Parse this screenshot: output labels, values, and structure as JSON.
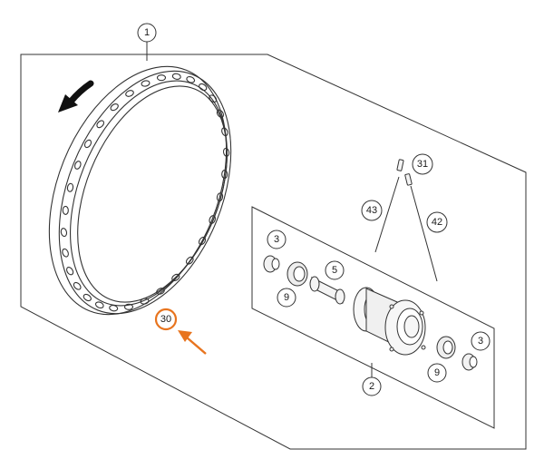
{
  "callouts": {
    "rim": "1",
    "hub": "2",
    "bearing_cap_left": "3",
    "bearing_cap_right": "3",
    "spacer": "5",
    "bearing_left": "9",
    "bearing_right": "9",
    "rim_tape": "30",
    "spoke_nipple": "31",
    "spoke_a": "42",
    "spoke_b": "43"
  },
  "colors": {
    "line": "#333333",
    "highlight": "#e8741e",
    "panel_fill": "#ffffff"
  },
  "icons": {
    "rotation_arrow": "rotation-arrow-icon",
    "pointer_arrow": "pointer-arrow-icon"
  }
}
